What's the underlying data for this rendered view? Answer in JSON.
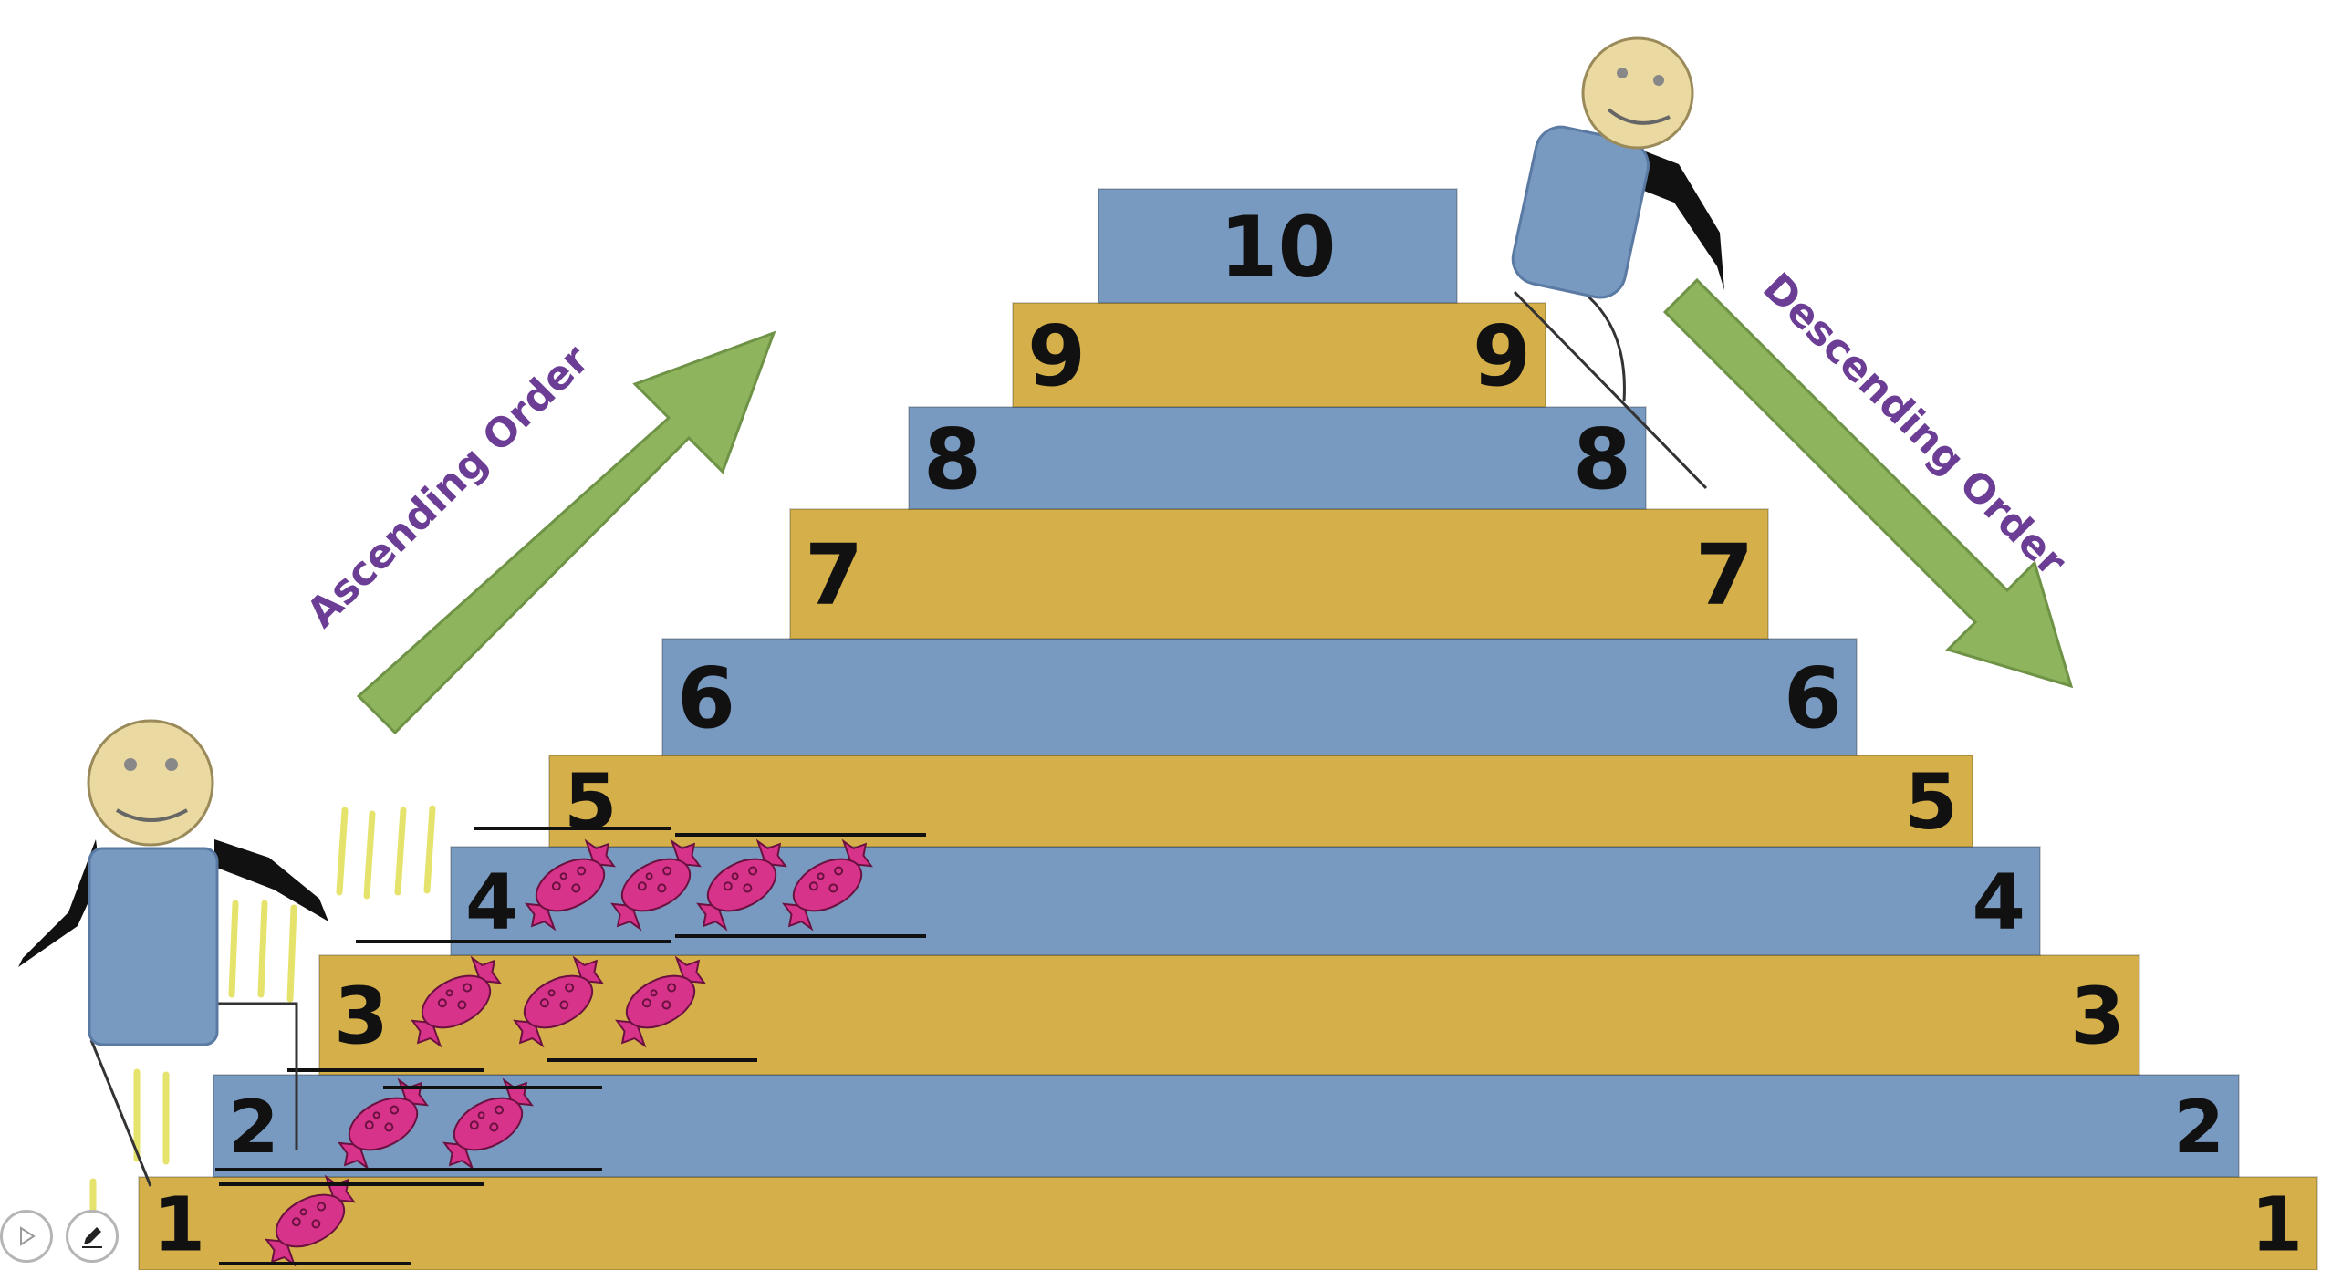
{
  "labels": {
    "ascending": "Ascending Order",
    "descending": "Descending Order"
  },
  "steps": [
    {
      "n": "1",
      "left": "1",
      "right": "1"
    },
    {
      "n": "2",
      "left": "2",
      "right": "2"
    },
    {
      "n": "3",
      "left": "3",
      "right": "3"
    },
    {
      "n": "4",
      "left": "4",
      "right": "4"
    },
    {
      "n": "5",
      "left": "5",
      "right": "5"
    },
    {
      "n": "6",
      "left": "6",
      "right": "6"
    },
    {
      "n": "7",
      "left": "7",
      "right": "7"
    },
    {
      "n": "8",
      "left": "8",
      "right": "8"
    },
    {
      "n": "9",
      "left": "9",
      "right": "9"
    },
    {
      "n": "10",
      "left": "10",
      "right": ""
    }
  ],
  "candies_per_step": [
    1,
    2,
    3,
    4
  ],
  "colors": {
    "gold": "#d5b04a",
    "blue": "#7899c0",
    "arrow": "#8fb45e",
    "label": "#6b3d95",
    "candy": "#d8338a",
    "face": "#ead9a0",
    "body": "#7899c0",
    "arm": "#111111",
    "motion": "#e5e36b"
  },
  "icons": [
    "play-icon",
    "pen-icon"
  ]
}
